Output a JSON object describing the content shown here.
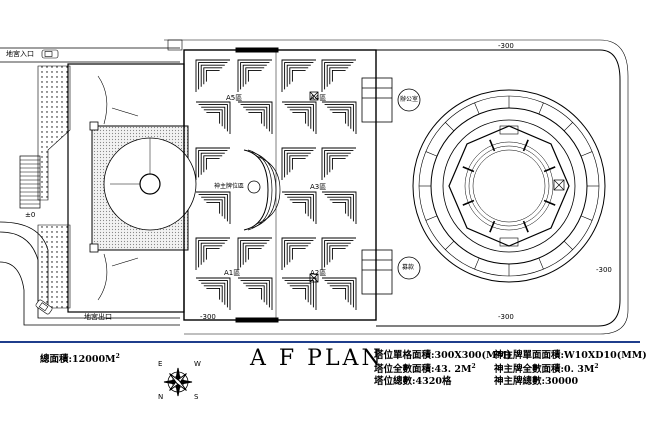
{
  "labels": {
    "entrance": "地宮入口",
    "exit": "地宮出口",
    "level": "±0",
    "elevation": "-300",
    "zones": [
      "A5區",
      "A4區",
      "A3區",
      "A1區",
      "A2區"
    ],
    "altar": "神主牌位區",
    "service1": "辦公室",
    "service2": "募款"
  },
  "title": "A F PLAN",
  "total_area": "總面積:12000M",
  "area_sup": "2",
  "compass": {
    "n": "N",
    "s": "S",
    "e": "E",
    "w": "W"
  },
  "stats_left": {
    "unit_area": "塔位單格面積:300X300(MM)",
    "total_area": "塔位全數面積:43. 2M",
    "total_count": "塔位總數:4320格"
  },
  "stats_right": {
    "unit_area": "神主牌單面面積:W10XD10(MM)",
    "total_area": "神主牌全數面積:0. 3M",
    "total_count": "神主牌總數:30000"
  },
  "colors": {
    "line": "#000000",
    "blue": "#1f3e8c",
    "hatch": "#d8d8d8"
  }
}
